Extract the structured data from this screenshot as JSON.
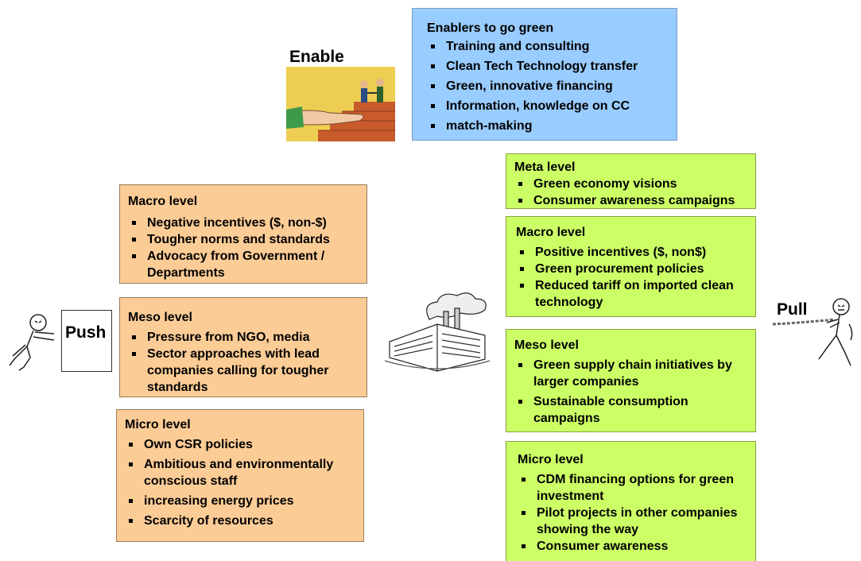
{
  "labels": {
    "enable": "Enable",
    "push": "Push",
    "pull": "Pull"
  },
  "enablers": {
    "title": "Enablers to go green",
    "items": [
      "Training and consulting",
      "Clean Tech Technology transfer",
      "Green, innovative financing",
      "Information, knowledge on CC",
      "match-making"
    ]
  },
  "push": {
    "macro": {
      "title": "Macro level",
      "items": [
        "Negative incentives ($, non-$)",
        "Tougher norms and standards",
        "Advocacy from Government / Departments"
      ]
    },
    "meso": {
      "title": "Meso level",
      "items": [
        "Pressure from NGO, media",
        "Sector approaches with lead companies calling for tougher standards"
      ]
    },
    "micro": {
      "title": "Micro level",
      "items": [
        "Own CSR policies",
        "Ambitious and environmentally conscious staff",
        "increasing energy prices",
        "Scarcity of resources"
      ]
    }
  },
  "pull": {
    "meta": {
      "title": "Meta level",
      "items": [
        "Green economy visions",
        "Consumer awareness campaigns"
      ]
    },
    "macro": {
      "title": "Macro level",
      "items": [
        "Positive incentives ($, non$)",
        "Green procurement policies",
        "Reduced tariff on imported clean technology"
      ]
    },
    "meso": {
      "title": "Meso level",
      "items": [
        "Green supply chain initiatives by larger companies",
        "Sustainable consumption campaigns"
      ]
    },
    "micro": {
      "title": "Micro level",
      "items": [
        "CDM financing options for green investment",
        "Pilot projects in other companies showing the way",
        "Consumer awareness"
      ]
    }
  },
  "colors": {
    "enablers": "#99ccff",
    "push": "#fccc96",
    "pull": "#ccff66"
  }
}
